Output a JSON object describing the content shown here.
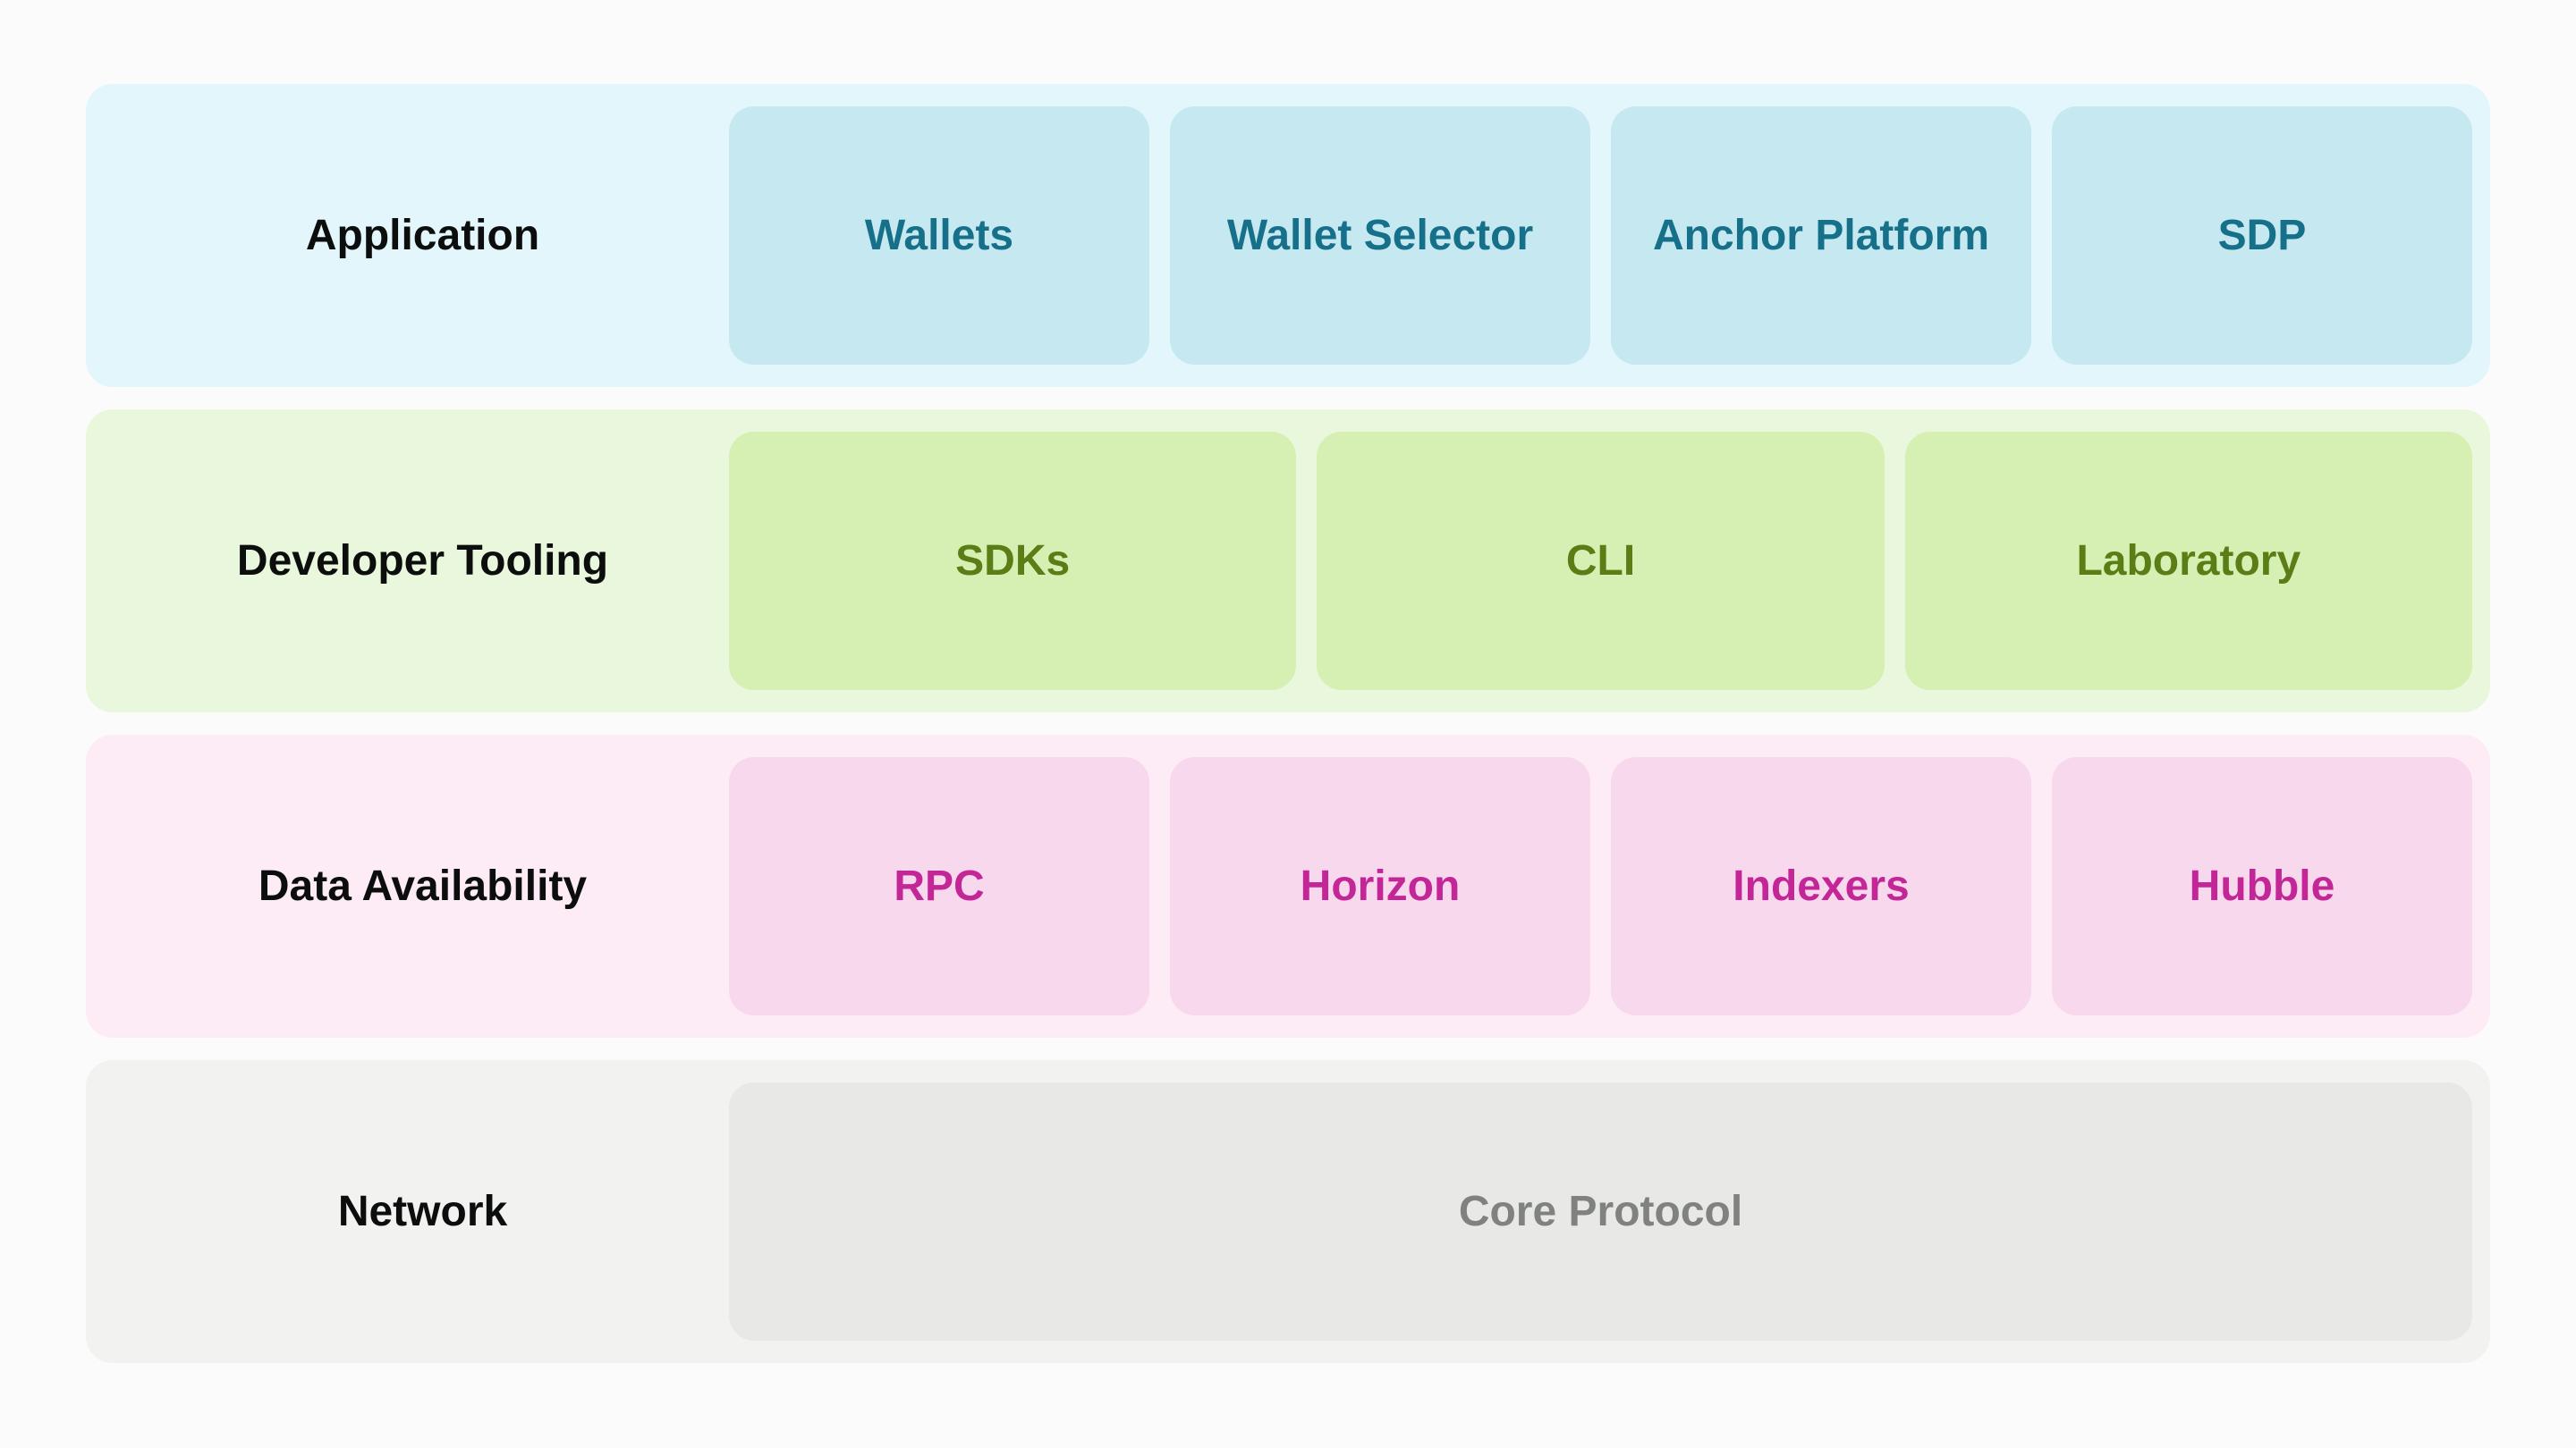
{
  "page": {
    "background_color": "#fbfbfb",
    "label_text_color": "#0c0e0d"
  },
  "layers": [
    {
      "label": "Application",
      "items": [
        "Wallets",
        "Wallet Selector",
        "Anchor Platform",
        "SDP"
      ],
      "band_color": "#e3f6fb",
      "box_color": "#c6e8f0",
      "text_color": "#17708a"
    },
    {
      "label": "Developer Tooling",
      "items": [
        "SDKs",
        "CLI",
        "Laboratory"
      ],
      "band_color": "#e9f7dc",
      "box_color": "#d6efb2",
      "text_color": "#5b7d16"
    },
    {
      "label": "Data Availability",
      "items": [
        "RPC",
        "Horizon",
        "Indexers",
        "Hubble"
      ],
      "band_color": "#fdecf6",
      "box_color": "#f8d8ec",
      "text_color": "#c32696"
    },
    {
      "label": "Network",
      "items": [
        "Core Protocol"
      ],
      "band_color": "#f2f2f1",
      "box_color": "#e8e9e7",
      "text_color": "#7f827f"
    }
  ]
}
